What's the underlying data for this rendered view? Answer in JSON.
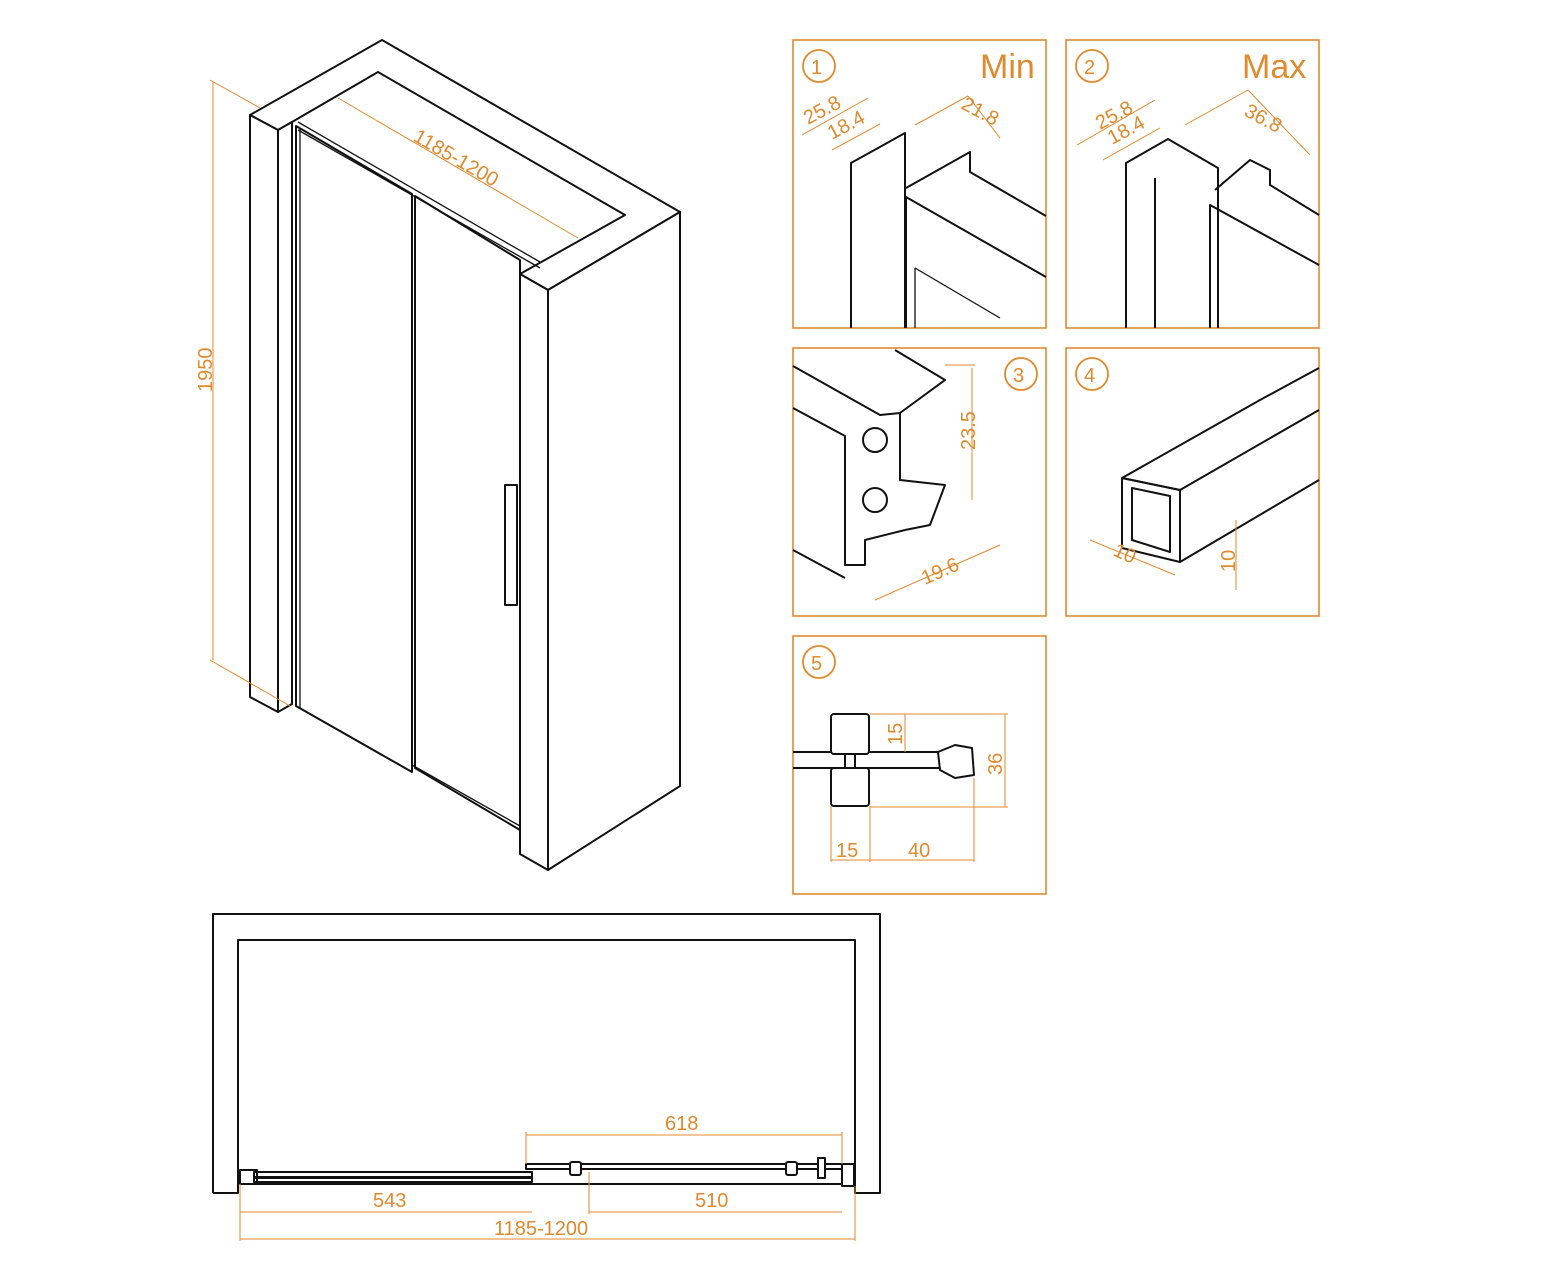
{
  "main_view": {
    "height_label": "1950",
    "width_label": "1185-1200"
  },
  "details": [
    {
      "number": "1",
      "title": "Min",
      "dims": [
        "25.8",
        "18.4",
        "21.8"
      ]
    },
    {
      "number": "2",
      "title": "Max",
      "dims": [
        "25.8",
        "18.4",
        "36.8"
      ]
    },
    {
      "number": "3",
      "dims": [
        "23.5",
        "19.6"
      ]
    },
    {
      "number": "4",
      "dims": [
        "10",
        "10"
      ]
    },
    {
      "number": "5",
      "dims": [
        "15",
        "36",
        "15",
        "40"
      ]
    }
  ],
  "plan_view": {
    "overlap_label": "618",
    "fixed_label": "543",
    "sliding_label": "510",
    "total_label": "1185-1200"
  },
  "colors": {
    "dimension": "#e08a2e",
    "line": "#111111"
  }
}
